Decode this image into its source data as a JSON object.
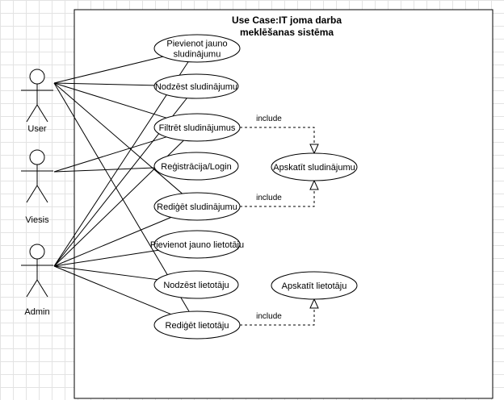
{
  "system": {
    "title_line1": "Use Case:IT joma darba",
    "title_line2": "meklēšanas sistēma"
  },
  "actors": [
    {
      "id": "user",
      "label": "User"
    },
    {
      "id": "viesis",
      "label": "Viesis"
    },
    {
      "id": "admin",
      "label": "Admin"
    }
  ],
  "use_cases": [
    {
      "id": "uc1",
      "lines": [
        "Pievienot jauno",
        "sludinājumu"
      ]
    },
    {
      "id": "uc2",
      "lines": [
        "Nodzēst sludinājumu"
      ]
    },
    {
      "id": "uc3",
      "lines": [
        "Filtrēt sludinājumus"
      ]
    },
    {
      "id": "uc4",
      "lines": [
        "Reģistrācija/Login"
      ]
    },
    {
      "id": "uc5",
      "lines": [
        "Rediģēt sludinājumu"
      ]
    },
    {
      "id": "uc6",
      "lines": [
        "Pievienot jauno lietotāju"
      ]
    },
    {
      "id": "uc7",
      "lines": [
        "Nodzēst lietotāju"
      ]
    },
    {
      "id": "uc8",
      "lines": [
        "Rediģēt lietotāju"
      ]
    },
    {
      "id": "uc9",
      "lines": [
        "Apskatīt sludinājumu"
      ]
    },
    {
      "id": "uc10",
      "lines": [
        "Apskatīt lietotāju"
      ]
    }
  ],
  "associations": [
    [
      "user",
      "uc1"
    ],
    [
      "user",
      "uc2"
    ],
    [
      "user",
      "uc3"
    ],
    [
      "user",
      "uc5"
    ],
    [
      "user",
      "uc8"
    ],
    [
      "viesis",
      "uc3"
    ],
    [
      "viesis",
      "uc4"
    ],
    [
      "admin",
      "uc1"
    ],
    [
      "admin",
      "uc2"
    ],
    [
      "admin",
      "uc3"
    ],
    [
      "admin",
      "uc5"
    ],
    [
      "admin",
      "uc6"
    ],
    [
      "admin",
      "uc7"
    ],
    [
      "admin",
      "uc8"
    ]
  ],
  "includes": [
    {
      "from": "uc3",
      "to": "uc9",
      "label": "include"
    },
    {
      "from": "uc5",
      "to": "uc9",
      "label": "include"
    },
    {
      "from": "uc8",
      "to": "uc10",
      "label": "include"
    }
  ]
}
